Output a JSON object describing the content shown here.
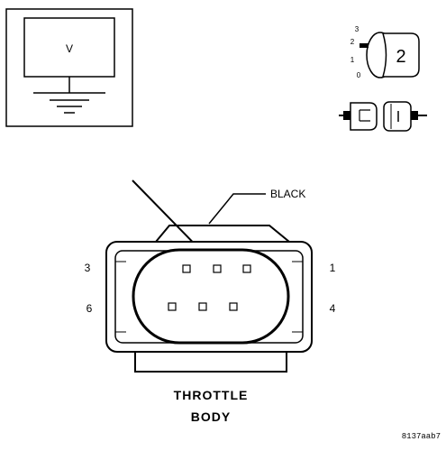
{
  "meter": {
    "symbol": "V"
  },
  "selector": {
    "positions": [
      "3",
      "2",
      "1",
      "0"
    ],
    "selected": "2"
  },
  "connector": {
    "color_label": "BLACK",
    "left_top_pin": "3",
    "left_bottom_pin": "6",
    "right_top_pin": "1",
    "right_bottom_pin": "4"
  },
  "caption": {
    "line1": "THROTTLE",
    "line2": "BODY"
  },
  "figure_code": "8137aab7",
  "colors": {
    "ink": "#000000",
    "background": "#ffffff"
  }
}
